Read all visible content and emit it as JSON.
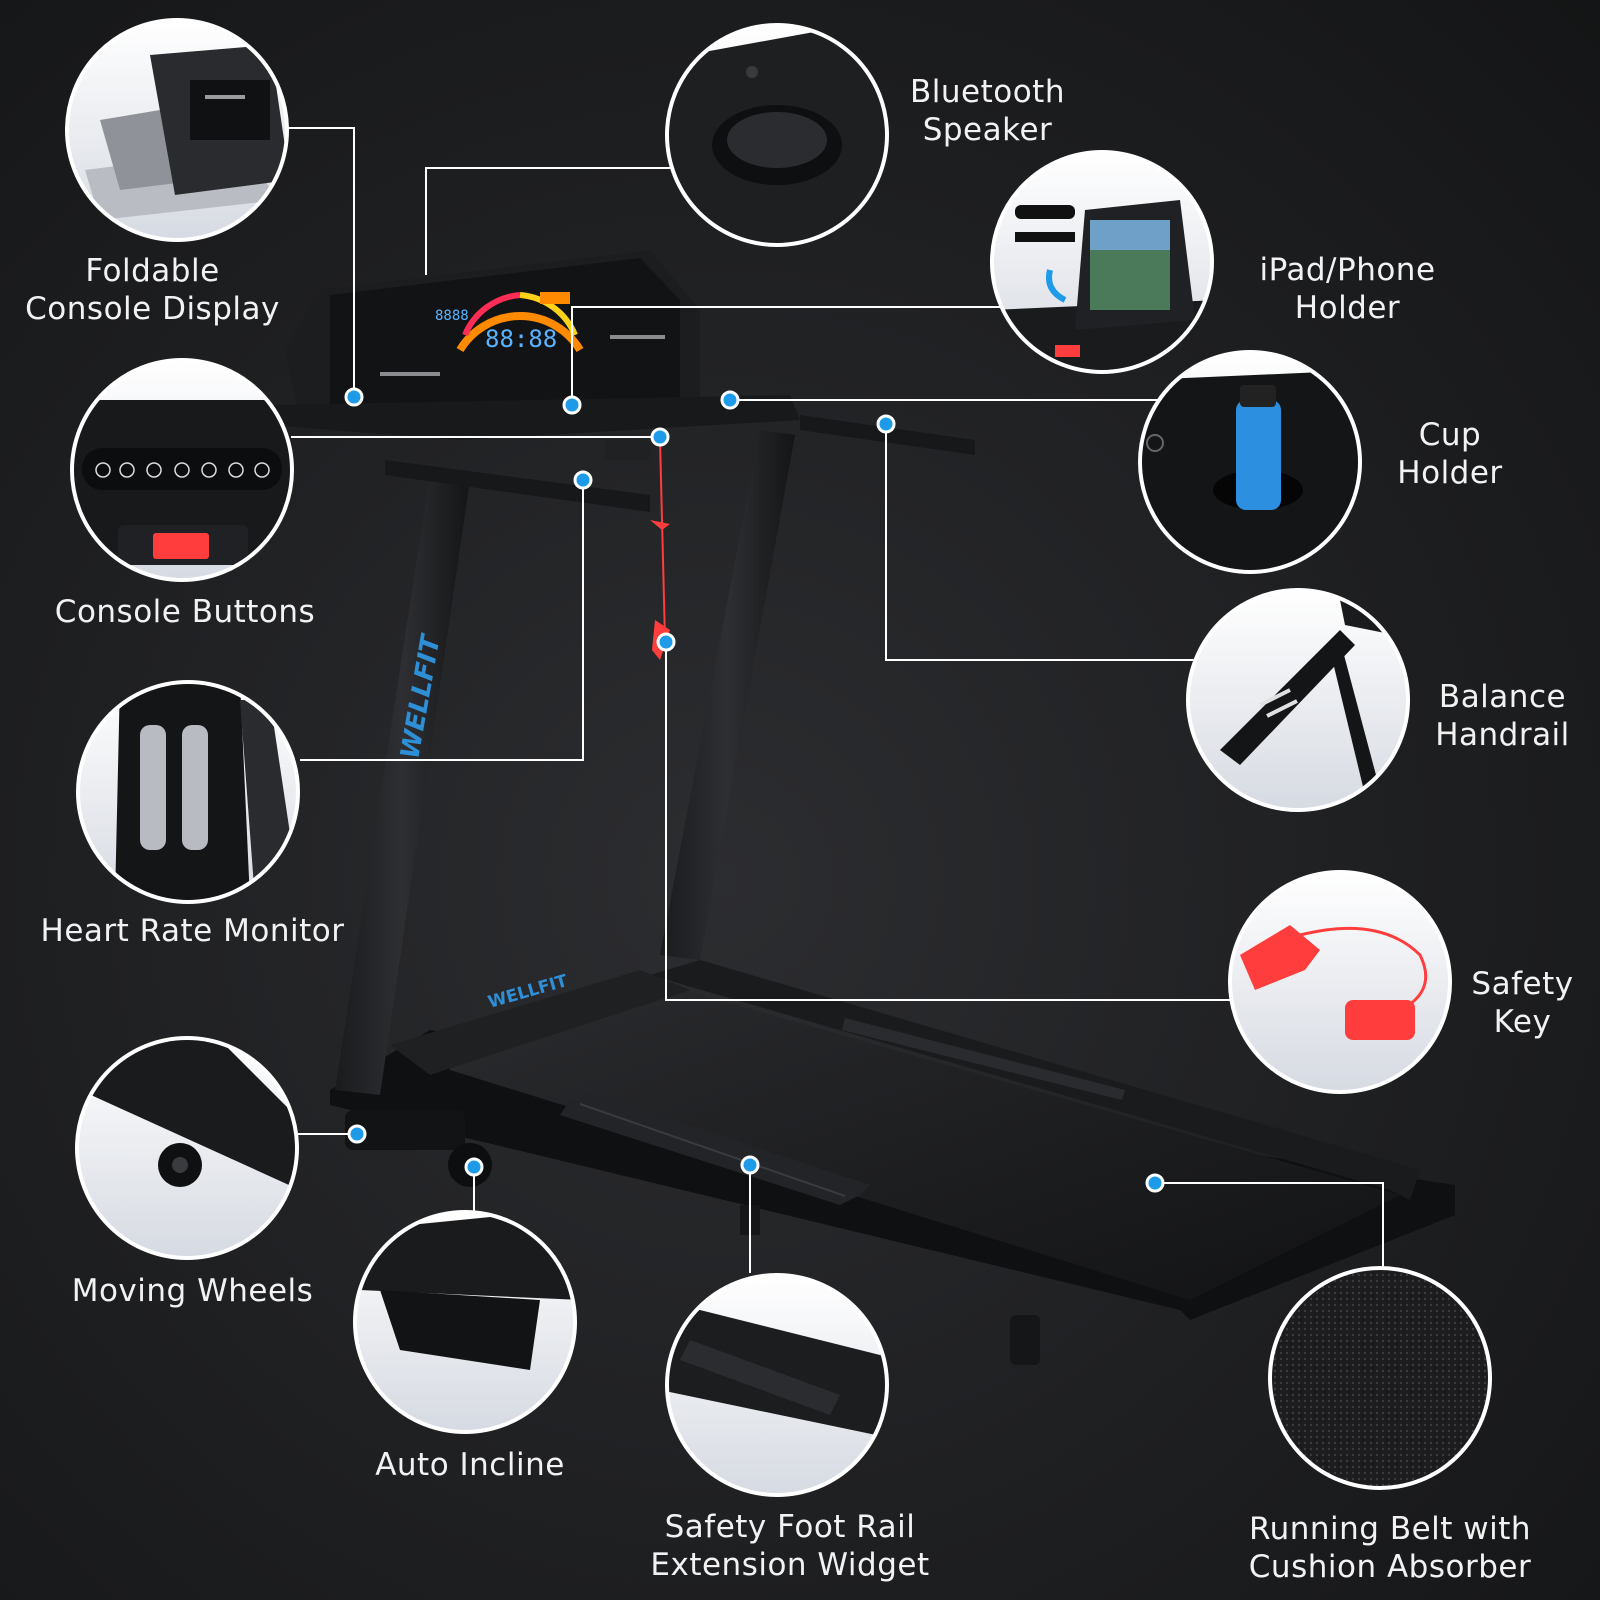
{
  "brand": "WELLFIT",
  "console_readout": "88:88",
  "callouts": [
    {
      "id": "foldable-console-display",
      "lines": [
        "Foldable",
        "Console Display"
      ]
    },
    {
      "id": "bluetooth-speaker",
      "lines": [
        "Bluetooth",
        "Speaker"
      ]
    },
    {
      "id": "ipad-phone-holder",
      "lines": [
        "iPad/Phone",
        "Holder"
      ]
    },
    {
      "id": "cup-holder",
      "lines": [
        "Cup",
        "Holder"
      ]
    },
    {
      "id": "console-buttons",
      "lines": [
        "Console Buttons"
      ]
    },
    {
      "id": "balance-handrail",
      "lines": [
        "Balance",
        "Handrail"
      ]
    },
    {
      "id": "heart-rate-monitor",
      "lines": [
        "Heart Rate Monitor"
      ]
    },
    {
      "id": "safety-key",
      "lines": [
        "Safety",
        "Key"
      ]
    },
    {
      "id": "moving-wheels",
      "lines": [
        "Moving Wheels"
      ]
    },
    {
      "id": "auto-incline",
      "lines": [
        "Auto Incline"
      ]
    },
    {
      "id": "safety-foot-rail",
      "lines": [
        "Safety Foot Rail",
        "Extension Widget"
      ]
    },
    {
      "id": "running-belt",
      "lines": [
        "Running Belt with",
        "Cushion Absorber"
      ]
    }
  ],
  "colors": {
    "accent": "#1e9be8",
    "safety_red": "#ff3d3d",
    "line": "#ffffff",
    "background": "#1e1f21"
  }
}
